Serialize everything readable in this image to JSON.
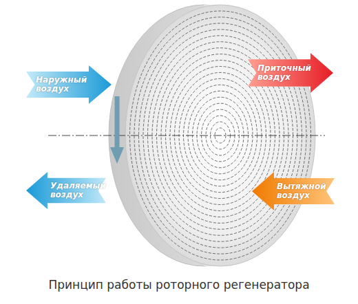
{
  "diagram": {
    "caption": "Принцип работы роторного регенератора",
    "nodes": [
      {
        "text": [
          "Наружный воздух"
        ]
      },
      {
        "text": [
          "Приточный воздух"
        ]
      },
      {
        "text": [
          "Удаляемый воздух"
        ]
      },
      {
        "text": [
          "Вытяжной воздух"
        ]
      }
    ]
  }
}
